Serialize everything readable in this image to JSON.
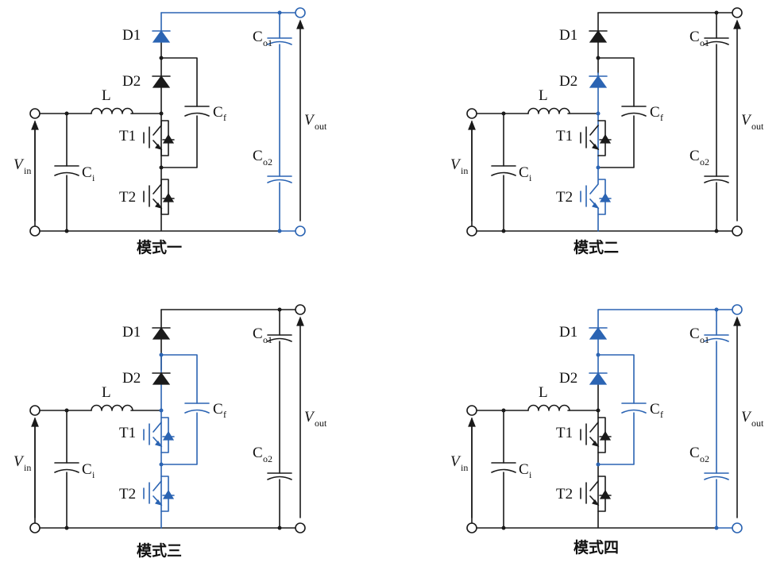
{
  "colors": {
    "wire": "#1a1a1a",
    "active": "#2b64b3",
    "background": "#ffffff"
  },
  "labels": {
    "d1": "D1",
    "d2": "D2",
    "t1": "T1",
    "t2": "T2",
    "l": "L",
    "cap_main": "C",
    "sub_f": "f",
    "sub_i": "i",
    "sub_o1": "o1",
    "sub_o2": "o2",
    "v": "V",
    "sub_in": "in",
    "sub_out": "out"
  },
  "panels": [
    {
      "caption": "模式一",
      "highlight": [
        "top",
        "d1",
        "co1",
        "co2",
        "bot_right",
        "vout_term"
      ]
    },
    {
      "caption": "模式二",
      "highlight": [
        "d2",
        "d2_link",
        "t2",
        "t2_link"
      ]
    },
    {
      "caption": "模式三",
      "highlight": [
        "cf",
        "cf_loop",
        "t1",
        "t2",
        "t_link"
      ]
    },
    {
      "caption": "模式四",
      "highlight": [
        "top",
        "d1",
        "d2",
        "cf",
        "cf_loop",
        "co1",
        "co2",
        "bot_right",
        "vout_term"
      ]
    }
  ]
}
